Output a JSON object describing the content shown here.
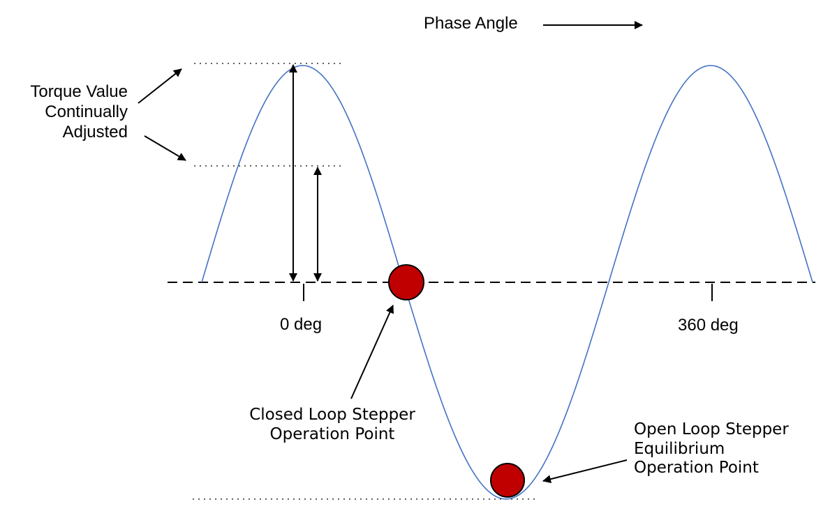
{
  "labels": {
    "phase_angle": "Phase Angle",
    "torque_adjusted": [
      "Torque Value",
      "Continually",
      "Adjusted"
    ],
    "zero_deg": "0 deg",
    "full_deg": "360 deg",
    "closed_loop": [
      "Closed Loop Stepper",
      "Operation Point"
    ],
    "open_loop": [
      "Open Loop Stepper",
      "Equilibrium",
      "Operation Point"
    ]
  },
  "colors": {
    "sine_wave": "#4472c4",
    "operation_point_fill": "#c00000",
    "outline": "#000000"
  }
}
